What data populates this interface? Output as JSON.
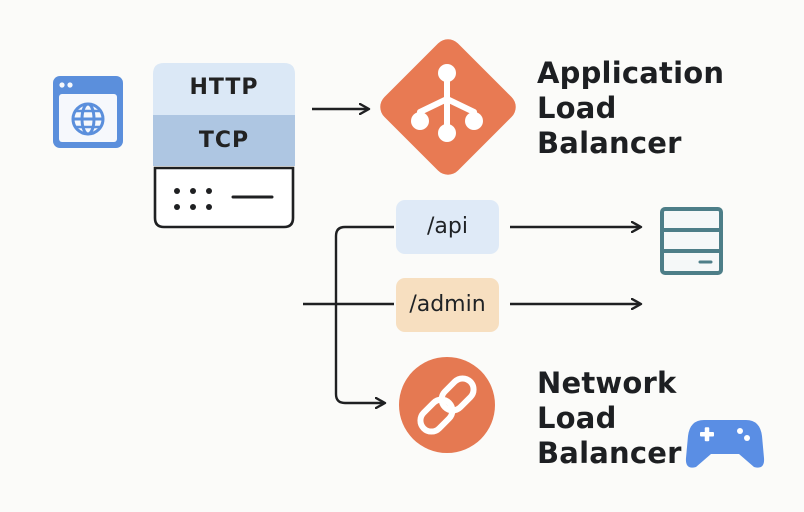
{
  "protocol_stack": {
    "layers": [
      "HTTP",
      "TCP"
    ]
  },
  "routes": [
    {
      "path": "/api",
      "target_icon": "server-icon"
    },
    {
      "path": "/admin",
      "target_icon": "none"
    }
  ],
  "load_balancers": {
    "application": {
      "lines": [
        "Application",
        "Load",
        "Balancer"
      ],
      "icon": "git-branch-icon"
    },
    "network": {
      "lines": [
        "Network",
        "Load",
        "Balancer"
      ],
      "icon": "link-icon"
    }
  },
  "icons": {
    "client": "browser-globe-icon",
    "device": "network-device-icon",
    "extra": "gamepad-icon"
  },
  "colors": {
    "alb_orange": "#e87a53",
    "nlb_orange": "#e57952",
    "browser_blue": "#5b8fdc",
    "gamepad_blue": "#5a8ee4",
    "http_layer": "#dbe8f6",
    "tcp_layer": "#aec6e2",
    "api_pill": "#dfeaf7",
    "admin_pill": "#f7dfc0",
    "server_teal": "#4d7e88",
    "line": "#1f2022"
  }
}
